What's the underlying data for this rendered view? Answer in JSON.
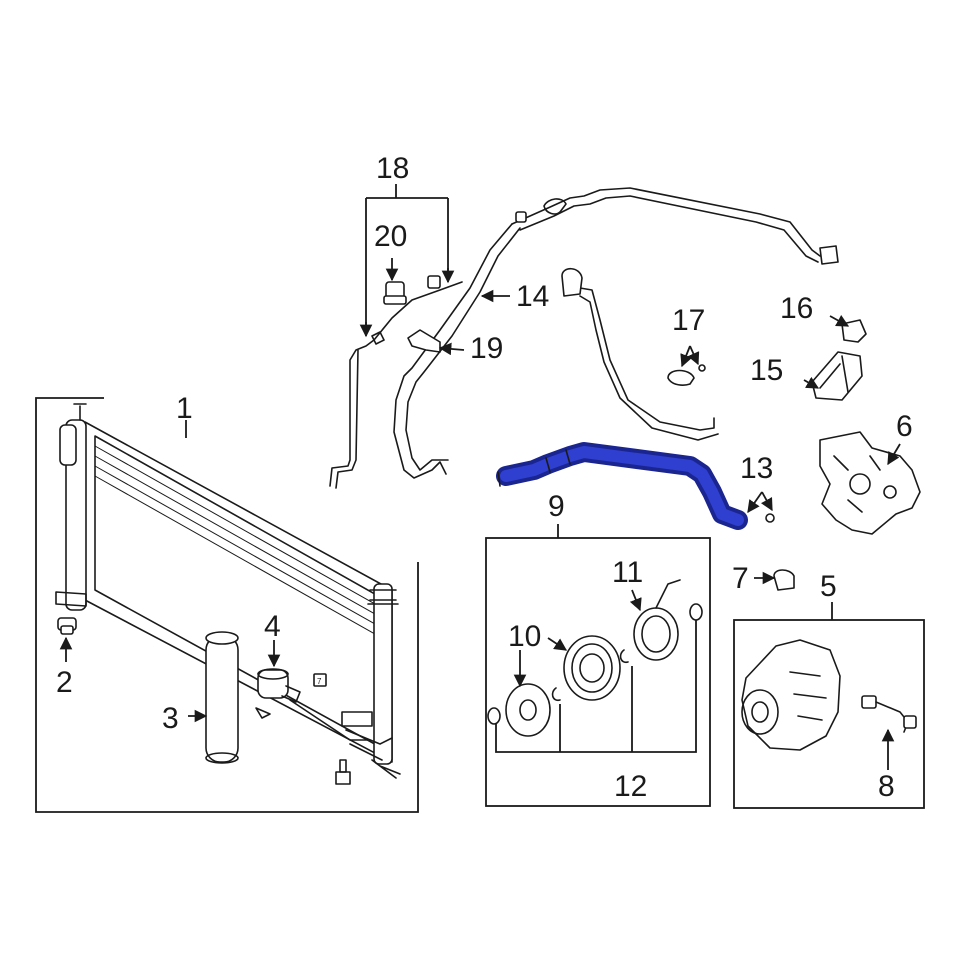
{
  "colors": {
    "highlight": "#2f3fd0",
    "highlight_dark": "#1a2590",
    "line": "#1a1a1a"
  },
  "callouts": {
    "c1": "1",
    "c2": "2",
    "c3": "3",
    "c4": "4",
    "c5": "5",
    "c6": "6",
    "c7": "7",
    "c8": "8",
    "c9": "9",
    "c10": "10",
    "c11": "11",
    "c12": "12",
    "c13": "13",
    "c14": "14",
    "c15": "15",
    "c16": "16",
    "c17": "17",
    "c18": "18",
    "c19": "19",
    "c20": "20"
  },
  "highlighted_part": "13"
}
